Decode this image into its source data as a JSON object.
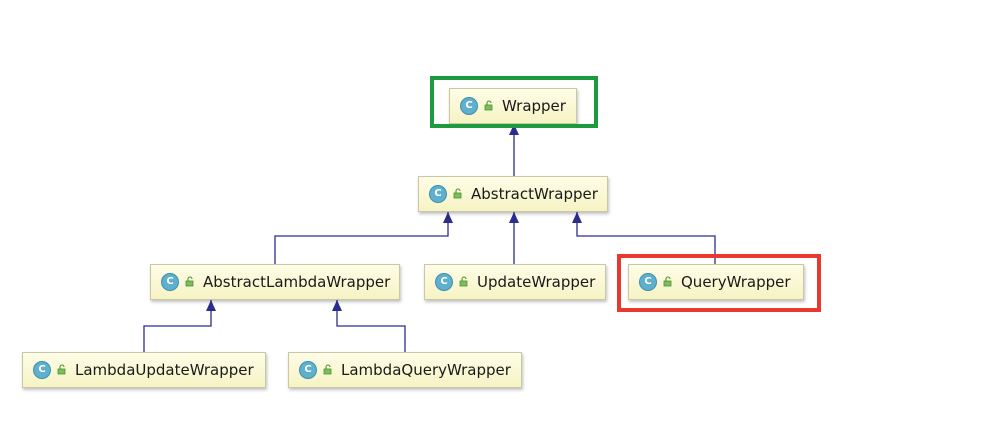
{
  "diagram": {
    "nodes": [
      {
        "id": "wrapper",
        "label": "Wrapper",
        "icon": "class-c-icon",
        "visibility_icon": "public-lock-icon"
      },
      {
        "id": "abstract-wrapper",
        "label": "AbstractWrapper",
        "icon": "class-c-icon",
        "visibility_icon": "public-lock-icon"
      },
      {
        "id": "abstract-lambda-wrapper",
        "label": "AbstractLambdaWrapper",
        "icon": "class-c-icon",
        "visibility_icon": "public-lock-icon"
      },
      {
        "id": "update-wrapper",
        "label": "UpdateWrapper",
        "icon": "class-c-icon",
        "visibility_icon": "public-lock-icon"
      },
      {
        "id": "query-wrapper",
        "label": "QueryWrapper",
        "icon": "class-c-icon",
        "visibility_icon": "public-lock-icon"
      },
      {
        "id": "lambda-update-wrapper",
        "label": "LambdaUpdateWrapper",
        "icon": "class-c-icon",
        "visibility_icon": "public-lock-icon"
      },
      {
        "id": "lambda-query-wrapper",
        "label": "LambdaQueryWrapper",
        "icon": "class-c-icon",
        "visibility_icon": "public-lock-icon"
      }
    ],
    "edges": [
      {
        "from": "abstract-wrapper",
        "to": "wrapper",
        "type": "extends"
      },
      {
        "from": "abstract-lambda-wrapper",
        "to": "abstract-wrapper",
        "type": "extends"
      },
      {
        "from": "update-wrapper",
        "to": "abstract-wrapper",
        "type": "extends"
      },
      {
        "from": "query-wrapper",
        "to": "abstract-wrapper",
        "type": "extends"
      },
      {
        "from": "lambda-update-wrapper",
        "to": "abstract-lambda-wrapper",
        "type": "extends"
      },
      {
        "from": "lambda-query-wrapper",
        "to": "abstract-lambda-wrapper",
        "type": "extends"
      }
    ],
    "highlights": [
      {
        "target": "wrapper",
        "color": "#1e9a3e"
      },
      {
        "target": "query-wrapper",
        "color": "#e8382f"
      }
    ],
    "icon_letter": "C",
    "colors": {
      "edge": "#2a2d8f",
      "node_fill": "#fbf9d6",
      "node_border": "#c9c7a4",
      "icon_fill": "#5fb0cf"
    }
  }
}
